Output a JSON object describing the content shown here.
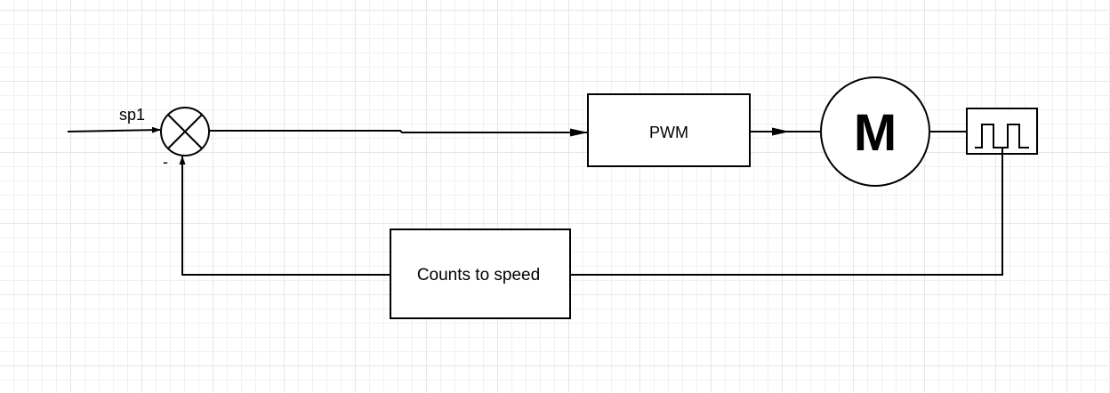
{
  "diagram": {
    "setpoint_label": "sp1",
    "minus_sign": "-",
    "pwm_label": "PWM",
    "motor_label": "M",
    "feedback_label": "Counts to speed"
  },
  "colors": {
    "line": "#000000",
    "grid_major": "#e6e6e6",
    "grid_minor": "#f1f1f1",
    "background": "#ffffff"
  },
  "icons": {
    "summing_junction": "summing-junction-icon",
    "encoder": "square-wave-icon"
  }
}
